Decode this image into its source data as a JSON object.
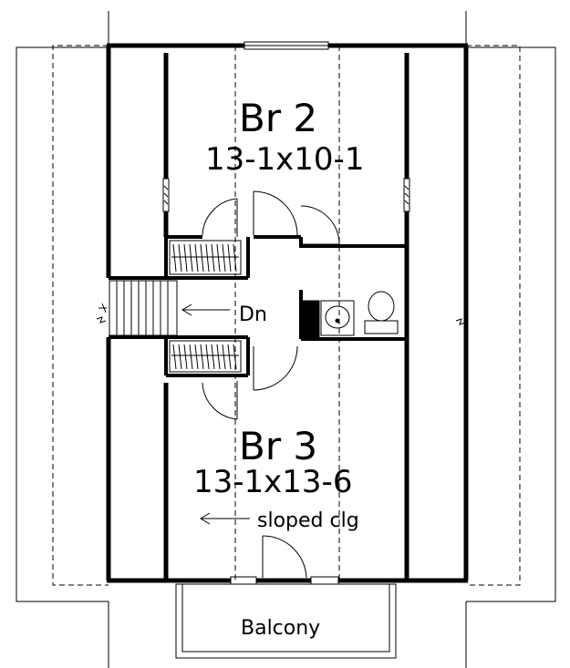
{
  "rooms": {
    "br2_name": "Br 2",
    "br2_size": "13-1x10-1",
    "br3_name": "Br 3",
    "br3_size": "13-1x13-6"
  },
  "annotations": {
    "stair": "Dn",
    "ceiling": "sloped clg",
    "balcony": "Balcony"
  }
}
